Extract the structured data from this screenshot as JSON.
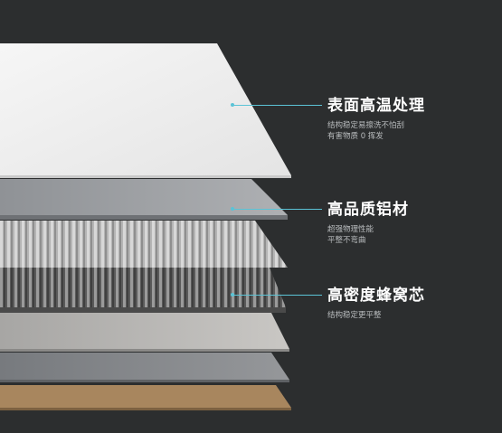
{
  "callouts": [
    {
      "title": "表面高温处理",
      "lines": [
        "结构稳定易擦洗不怕刮",
        "有害物质 0 挥发"
      ]
    },
    {
      "title": "高品质铝材",
      "lines": [
        "超强物理性能",
        "平整不弯曲"
      ]
    },
    {
      "title": "高密度蜂窝芯",
      "lines": [
        "结构稳定更平整"
      ]
    }
  ],
  "colors": {
    "background": "#2c2e2f",
    "accent": "#5bc3d6",
    "top_layer": "#f2f2f2",
    "aluminum_layer": "#9b9ea1",
    "honeycomb_layer": "#bdbdbd",
    "bottom_layer": "#a8865e"
  }
}
